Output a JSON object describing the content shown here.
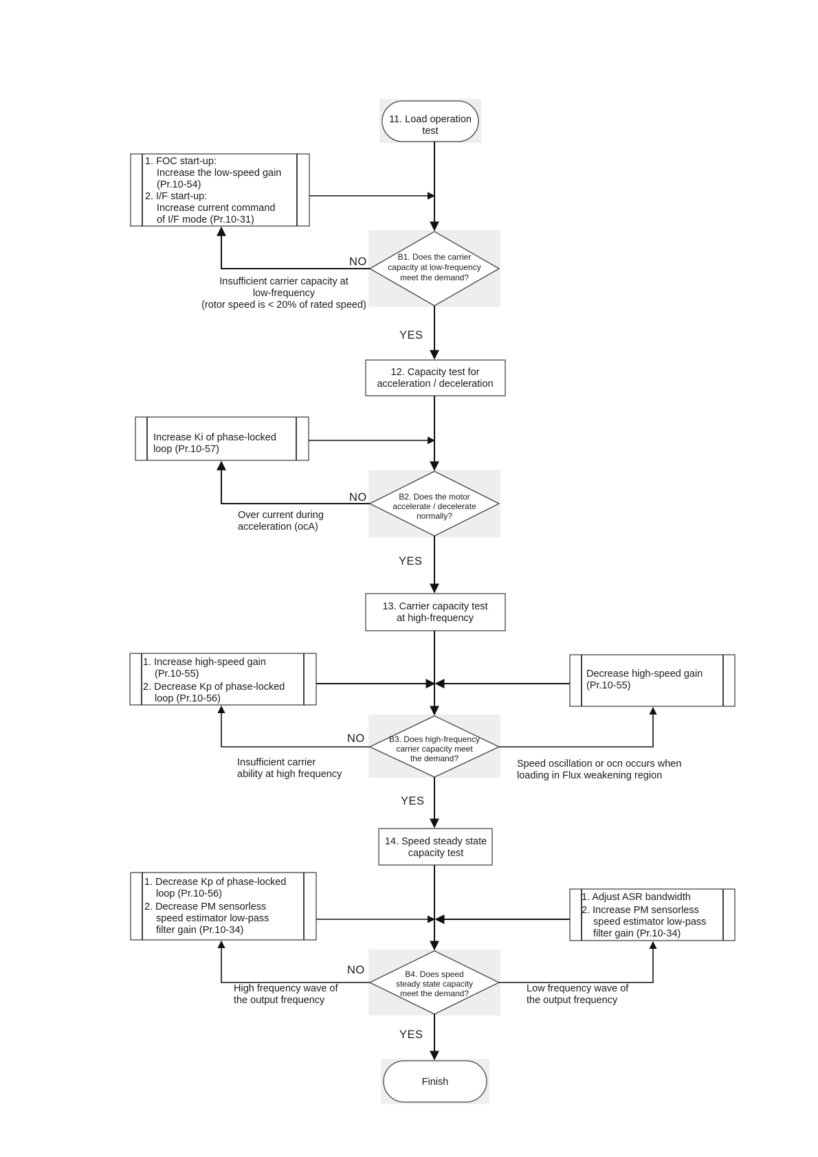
{
  "start": {
    "lines": [
      "11. Load operation",
      "test"
    ]
  },
  "step_b1": {
    "fix_lines": [
      "1. FOC start-up:",
      "Increase the low-speed gain",
      "(Pr.10-54)",
      "2. I/F start-up:",
      "Increase current command",
      "of I/F mode (Pr.10-31)"
    ],
    "decision_lines": [
      "B1. Does the carrier",
      "capacity at low-frequency",
      "meet the demand?"
    ],
    "no_label": "NO",
    "condition_lines": [
      "Insufficient carrier capacity at",
      "low-frequency",
      "(rotor speed is < 20% of rated speed)"
    ],
    "yes_label": "YES"
  },
  "step_12": {
    "lines": [
      "12. Capacity test for",
      "acceleration / deceleration"
    ]
  },
  "step_b2": {
    "fix_lines": [
      "Increase Ki of phase-locked",
      "loop (Pr.10-57)"
    ],
    "decision_lines": [
      "B2. Does the motor",
      "accelerate / decelerate",
      "normally?"
    ],
    "no_label": "NO",
    "condition_lines": [
      "Over current during",
      "acceleration (ocA)"
    ],
    "yes_label": "YES"
  },
  "step_13": {
    "lines": [
      "13. Carrier capacity test",
      "at high-frequency"
    ]
  },
  "step_b3": {
    "fix_left_lines": [
      "1. Increase high-speed gain",
      "(Pr.10-55)",
      "2. Decrease Kp of phase-locked",
      "loop (Pr.10-56)"
    ],
    "fix_right_lines": [
      "Decrease high-speed gain",
      "(Pr.10-55)"
    ],
    "decision_lines": [
      "B3. Does high-frequency",
      "carrier capacity meet",
      "the demand?"
    ],
    "no_label": "NO",
    "condition_left_lines": [
      "Insufficient carrier",
      "ability at high frequency"
    ],
    "condition_right_lines": [
      "Speed oscillation or ocn occurs when",
      "loading in Flux weakening region"
    ],
    "yes_label": "YES"
  },
  "step_14": {
    "lines": [
      "14. Speed steady state",
      "capacity  test"
    ]
  },
  "step_b4": {
    "fix_left_lines": [
      "1. Decrease Kp of phase-locked",
      "loop (Pr.10-56)",
      "2. Decrease PM sensorless",
      "speed estimator low-pass",
      "filter gain (Pr.10-34)"
    ],
    "fix_right_lines": [
      "1. Adjust ASR bandwidth",
      "2. Increase PM sensorless",
      "speed estimator low-pass",
      "filter gain (Pr.10-34)"
    ],
    "decision_lines": [
      "B4.  Does speed",
      "steady state capacity",
      "meet the demand?"
    ],
    "no_label": "NO",
    "condition_left_lines": [
      "High frequency wave of",
      "the output frequency"
    ],
    "condition_right_lines": [
      "Low frequency wave of",
      "the output frequency"
    ],
    "yes_label": "YES"
  },
  "finish": {
    "label": "Finish"
  }
}
